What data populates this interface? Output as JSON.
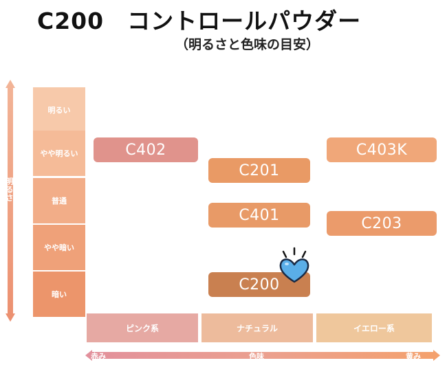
{
  "title": "C200　コントロールパウダー",
  "subtitle": "（明るさと色味の目安）",
  "brightness_axis": {
    "label": "明るさ",
    "levels": [
      "明るい",
      "やや明るい",
      "普通",
      "やや暗い",
      "暗い"
    ]
  },
  "hue_axis": {
    "label": "色味",
    "left_end": "赤み",
    "right_end": "黄み",
    "categories": [
      "ピンク系",
      "ナチュラル",
      "イエロー系"
    ]
  },
  "products": [
    {
      "label": "C402",
      "hue": "ピンク系",
      "brightness": "やや明るい",
      "color": "#e0938c"
    },
    {
      "label": "C201",
      "hue": "ナチュラル",
      "brightness": "やや明るい〜普通",
      "color": "#e99a65"
    },
    {
      "label": "C401",
      "hue": "ナチュラル",
      "brightness": "普通〜やや暗い",
      "color": "#e89a67"
    },
    {
      "label": "C200",
      "hue": "ナチュラル",
      "brightness": "暗い",
      "color": "#c98050"
    },
    {
      "label": "C403K",
      "hue": "イエロー系",
      "brightness": "やや明るい",
      "color": "#f0a779"
    },
    {
      "label": "C203",
      "hue": "イエロー系",
      "brightness": "普通〜やや暗い",
      "color": "#eb9b6b"
    }
  ],
  "marker": {
    "icon": "heart-icon",
    "target": "C200",
    "color": "#5aaee8"
  },
  "colors": {
    "level_boxes": [
      "#f7c9aa",
      "#f5bb98",
      "#f2ad88",
      "#efa179",
      "#ec956b"
    ],
    "category_boxes": [
      "#e6a9a3",
      "#edbb9c",
      "#efc79c"
    ],
    "vertical_arrow": "#ef9f82",
    "horizontal_arrow_start": "#e2909c",
    "horizontal_arrow_end": "#f4a16c"
  }
}
